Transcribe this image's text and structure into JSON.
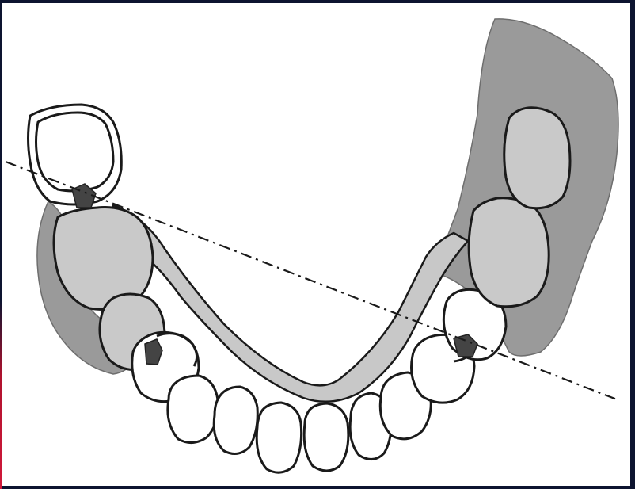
{
  "figure": {
    "colors": {
      "frame": "#0d1430",
      "accent": "#d1183a",
      "tooth_fill": "#ffffff",
      "outline": "#1a1a1a",
      "saddle_gray": "#9a9a9a",
      "connector_gray": "#c8c8c8",
      "rest_dark": "#444444"
    },
    "elements": {
      "arch": "lower-dental-arch",
      "denture_base_left": "denture-base-saddle",
      "denture_base_right": "denture-base-saddle",
      "major_connector": "lingual-bar",
      "fulcrum_line": "dash-dot-line"
    }
  }
}
